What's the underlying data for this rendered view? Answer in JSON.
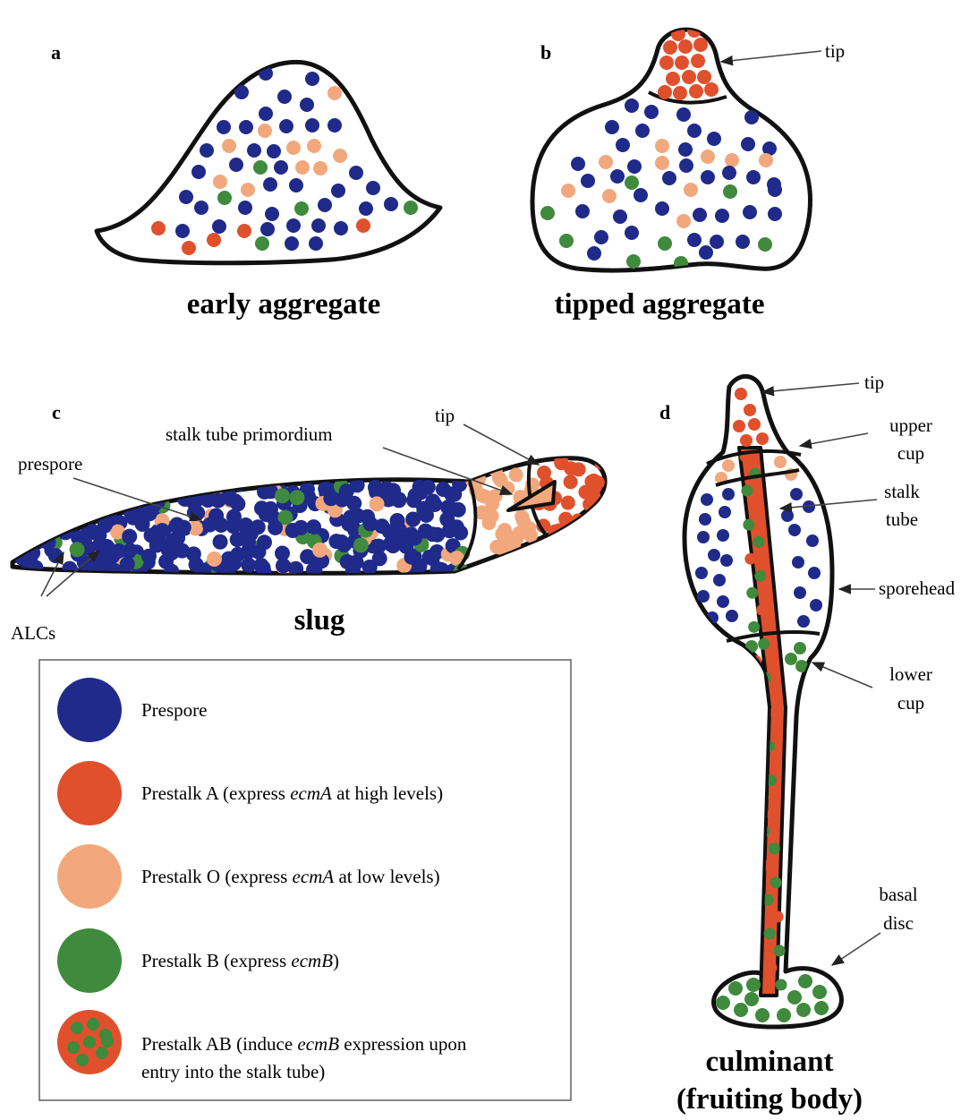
{
  "panels": {
    "a": {
      "letter": "a",
      "title": "early aggregate"
    },
    "b": {
      "letter": "b",
      "title": "tipped aggregate",
      "labels": {
        "tip": "tip"
      }
    },
    "c": {
      "letter": "c",
      "title": "slug",
      "labels": {
        "tip": "tip",
        "stalk_tube_primordium": "stalk tube primordium",
        "prespore": "prespore",
        "alcs": "ALCs"
      }
    },
    "d": {
      "letter": "d",
      "title_line1": "culminant",
      "title_line2": "(fruiting body)",
      "labels": {
        "tip": "tip",
        "upper_cup_1": "upper",
        "upper_cup_2": "cup",
        "stalk_tube_1": "stalk",
        "stalk_tube_2": "tube",
        "sporehead": "sporehead",
        "lower_cup_1": "lower",
        "lower_cup_2": "cup",
        "basal_disc_1": "basal",
        "basal_disc_2": "disc"
      }
    }
  },
  "colors": {
    "prespore": "#1f2a8a",
    "prestalk_a": "#e0502c",
    "prestalk_o": "#f2a87c",
    "prestalk_b": "#3f8a3c",
    "outline": "#111111"
  },
  "legend": {
    "items": [
      {
        "key": "prespore",
        "label": "Prespore"
      },
      {
        "key": "prestalk_a",
        "pre": "Prestalk A (express ",
        "em": "ecmA",
        "post": " at high levels)"
      },
      {
        "key": "prestalk_o",
        "pre": "Prestalk O (express ",
        "em": "ecmA",
        "post": " at low levels)"
      },
      {
        "key": "prestalk_b",
        "pre": "Prestalk B (express ",
        "em": "ecmB",
        "post": ")"
      },
      {
        "key": "prestalk_ab",
        "pre": "Prestalk AB (induce ",
        "em": "ecmB",
        "post": " expression upon",
        "line2": "entry into the stalk tube)"
      }
    ]
  }
}
